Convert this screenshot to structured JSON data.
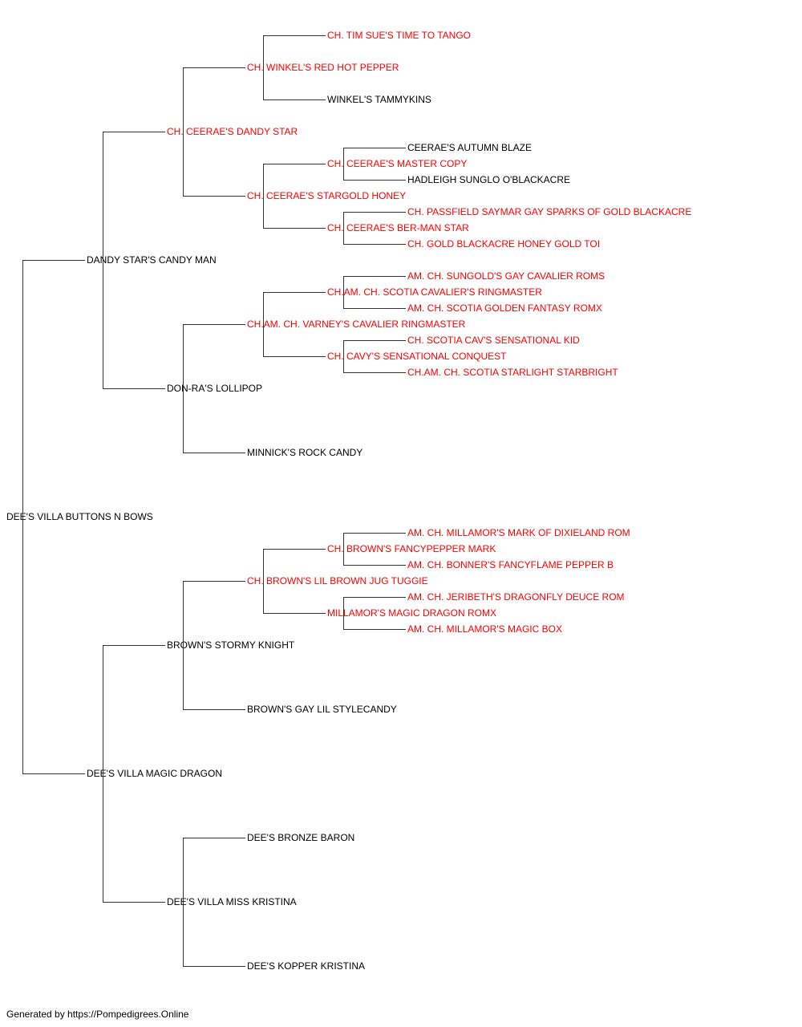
{
  "colors": {
    "champion": "#ff0000",
    "regular": "#000000",
    "connector": "#333333"
  },
  "pedigree": {
    "name": "DEE'S VILLA BUTTONS N BOWS",
    "champion": false,
    "sire": {
      "name": "DANDY STAR'S CANDY MAN",
      "champion": false,
      "sire": {
        "name": "CH. CEERAE'S DANDY STAR",
        "champion": true,
        "sire": {
          "name": "CH. WINKEL'S RED HOT PEPPER",
          "champion": true,
          "sire": {
            "name": "CH. TIM SUE'S TIME TO TANGO",
            "champion": true
          },
          "dam": {
            "name": "WINKEL'S TAMMYKINS",
            "champion": false
          }
        },
        "dam": {
          "name": "CH. CEERAE'S STARGOLD HONEY",
          "champion": true,
          "sire": {
            "name": "CH. CEERAE'S MASTER COPY",
            "champion": true,
            "sire": {
              "name": "CEERAE'S AUTUMN BLAZE",
              "champion": false
            },
            "dam": {
              "name": "HADLEIGH SUNGLO O'BLACKACRE",
              "champion": false
            }
          },
          "dam": {
            "name": "CH. CEERAE'S BER-MAN STAR",
            "champion": true,
            "sire": {
              "name": "CH. PASSFIELD SAYMAR GAY SPARKS OF GOLD BLACKACRE",
              "champion": true
            },
            "dam": {
              "name": "CH. GOLD BLACKACRE HONEY GOLD TOI",
              "champion": true
            }
          }
        }
      },
      "dam": {
        "name": "DON-RA'S LOLLIPOP",
        "champion": false,
        "sire": {
          "name": "CH.AM. CH. VARNEY'S CAVALIER RINGMASTER",
          "champion": true,
          "sire": {
            "name": "CH.AM. CH. SCOTIA CAVALIER'S RINGMASTER",
            "champion": true,
            "sire": {
              "name": "AM. CH. SUNGOLD'S GAY CAVALIER ROMS",
              "champion": true
            },
            "dam": {
              "name": "AM. CH. SCOTIA GOLDEN FANTASY ROMX",
              "champion": true
            }
          },
          "dam": {
            "name": "CH. CAVY'S SENSATIONAL CONQUEST",
            "champion": true,
            "sire": {
              "name": "CH. SCOTIA CAV'S SENSATIONAL KID",
              "champion": true
            },
            "dam": {
              "name": "CH.AM. CH. SCOTIA STARLIGHT STARBRIGHT",
              "champion": true
            }
          }
        },
        "dam": {
          "name": "MINNICK'S ROCK CANDY",
          "champion": false
        }
      }
    },
    "dam": {
      "name": "DEE'S VILLA MAGIC DRAGON",
      "champion": false,
      "sire": {
        "name": "BROWN'S STORMY KNIGHT",
        "champion": false,
        "sire": {
          "name": "CH. BROWN'S LIL BROWN JUG TUGGIE",
          "champion": true,
          "sire": {
            "name": "CH. BROWN'S FANCYPEPPER MARK",
            "champion": true,
            "sire": {
              "name": "AM. CH. MILLAMOR'S MARK OF DIXIELAND ROM",
              "champion": true
            },
            "dam": {
              "name": "AM. CH. BONNER'S FANCYFLAME PEPPER B",
              "champion": true
            }
          },
          "dam": {
            "name": "MILLAMOR'S MAGIC DRAGON ROMX",
            "champion": true,
            "sire": {
              "name": "AM. CH. JERIBETH'S DRAGONFLY DEUCE ROM",
              "champion": true
            },
            "dam": {
              "name": "AM. CH. MILLAMOR'S MAGIC BOX",
              "champion": true
            }
          }
        },
        "dam": {
          "name": "BROWN'S GAY LIL STYLECANDY",
          "champion": false
        }
      },
      "dam": {
        "name": "DEE'S VILLA MISS KRISTINA",
        "champion": false,
        "sire": {
          "name": "DEE'S BRONZE BARON",
          "champion": false
        },
        "dam": {
          "name": "DEE'S KOPPER KRISTINA",
          "champion": false
        }
      }
    }
  },
  "footer": {
    "text": "Generated by https://Pompedigrees.Online"
  }
}
